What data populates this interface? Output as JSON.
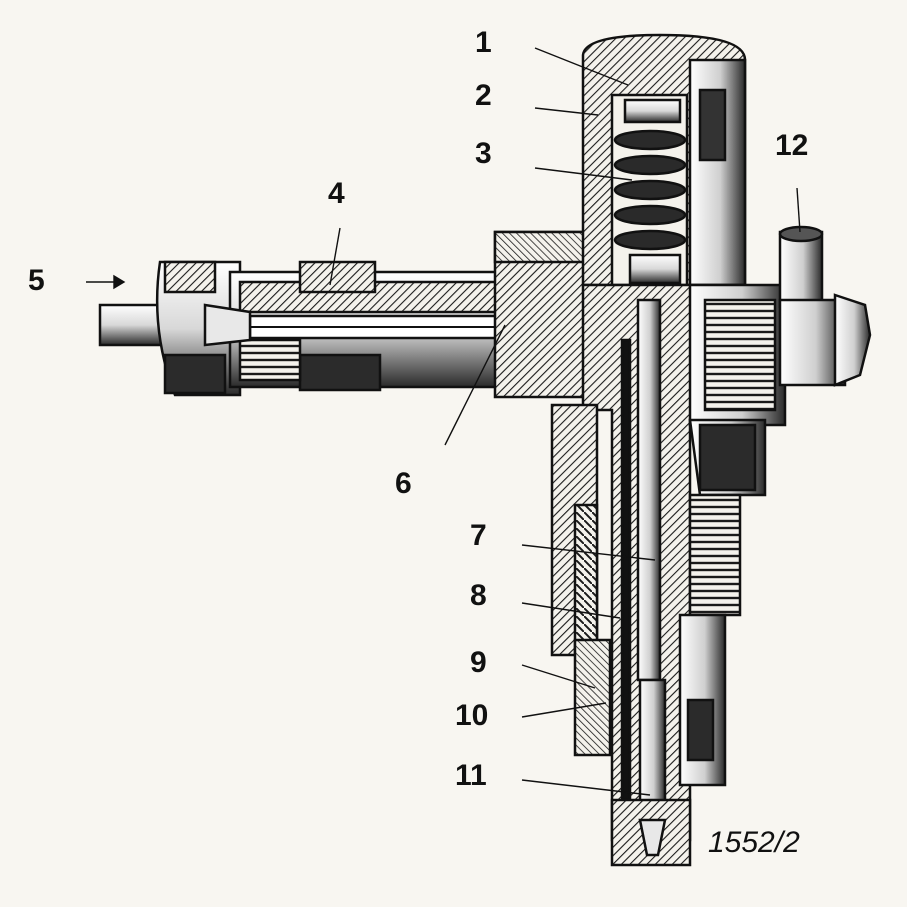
{
  "figure": {
    "number": "1552/2",
    "callouts": [
      {
        "id": "1",
        "label": "1"
      },
      {
        "id": "2",
        "label": "2"
      },
      {
        "id": "3",
        "label": "3"
      },
      {
        "id": "4",
        "label": "4"
      },
      {
        "id": "5",
        "label": "5"
      },
      {
        "id": "6",
        "label": "6"
      },
      {
        "id": "7",
        "label": "7"
      },
      {
        "id": "8",
        "label": "8"
      },
      {
        "id": "9",
        "label": "9"
      },
      {
        "id": "10",
        "label": "10"
      },
      {
        "id": "11",
        "label": "11"
      },
      {
        "id": "12",
        "label": "12"
      }
    ]
  }
}
